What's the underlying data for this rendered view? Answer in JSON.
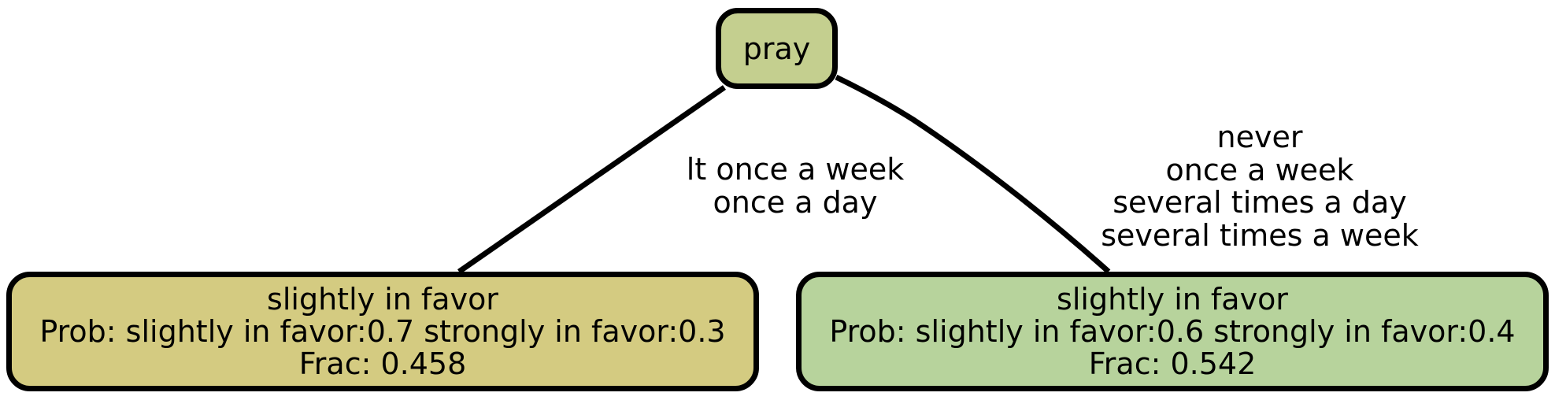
{
  "tree": {
    "root": {
      "label": "pray",
      "color": "#c4cf8f"
    },
    "edges": [
      {
        "labels": [
          "lt once a week",
          "once a day"
        ]
      },
      {
        "labels": [
          "never",
          "once a week",
          "several times a day",
          "several times a week"
        ]
      }
    ],
    "leaves": [
      {
        "class_label": "slightly in favor",
        "prob_text": "Prob: slightly in favor:0.7 strongly in favor:0.3",
        "frac_text": "Frac: 0.458",
        "color": "#d4cb81"
      },
      {
        "class_label": "slightly in favor",
        "prob_text": "Prob: slightly in favor:0.6 strongly in favor:0.4",
        "frac_text": "Frac: 0.542",
        "color": "#b7d39c"
      }
    ]
  }
}
